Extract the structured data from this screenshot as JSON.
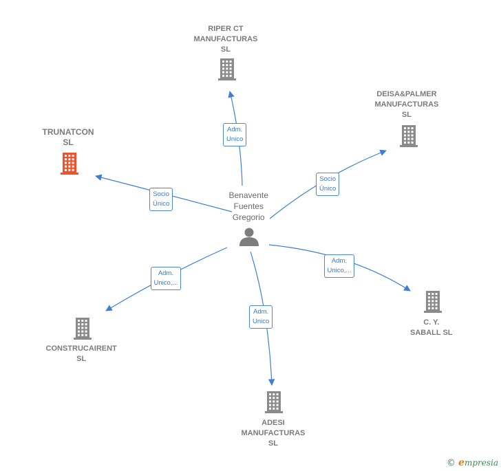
{
  "colors": {
    "edge": "#3f7fd1",
    "building": "#8a8a8a",
    "building_focus": "#f0522b",
    "person": "#7d7d7d"
  },
  "center": {
    "lines": [
      "Benavente",
      "Fuentes",
      "Gregorio"
    ],
    "icon": "person-icon"
  },
  "companies": [
    {
      "id": "riper",
      "lines": [
        "RIPER CT",
        "MANUFACTURAS",
        "SL"
      ],
      "icon": "building-icon",
      "highlight": false
    },
    {
      "id": "deisa",
      "lines": [
        "DEISA&PALMER",
        "MANUFACTURAS",
        "SL"
      ],
      "icon": "building-icon",
      "highlight": false
    },
    {
      "id": "trunatcon",
      "lines": [
        "TRUNATCON",
        "SL"
      ],
      "icon": "building-icon",
      "highlight": true
    },
    {
      "id": "saball",
      "lines": [
        "C. Y.",
        "SABALL  SL"
      ],
      "icon": "building-icon",
      "highlight": false
    },
    {
      "id": "construcairent",
      "lines": [
        "CONSTRUCAIRENT",
        "SL"
      ],
      "icon": "building-icon",
      "highlight": false
    },
    {
      "id": "adesi",
      "lines": [
        "ADESI",
        "MANUFACTURAS",
        "SL"
      ],
      "icon": "building-icon",
      "highlight": false
    }
  ],
  "relations": [
    {
      "target": "riper",
      "lines": [
        "Adm.",
        "Unico"
      ]
    },
    {
      "target": "deisa",
      "lines": [
        "Socio",
        "Único"
      ]
    },
    {
      "target": "trunatcon",
      "lines": [
        "Socio",
        "Único"
      ]
    },
    {
      "target": "saball",
      "lines": [
        "Adm.",
        "Unico,..."
      ]
    },
    {
      "target": "construcairent",
      "lines": [
        "Adm.",
        "Unico,..."
      ]
    },
    {
      "target": "adesi",
      "lines": [
        "Adm.",
        "Unico"
      ]
    }
  ],
  "footer": {
    "copyright": "©",
    "brand_initial": "e",
    "brand_rest": "mpresia"
  }
}
